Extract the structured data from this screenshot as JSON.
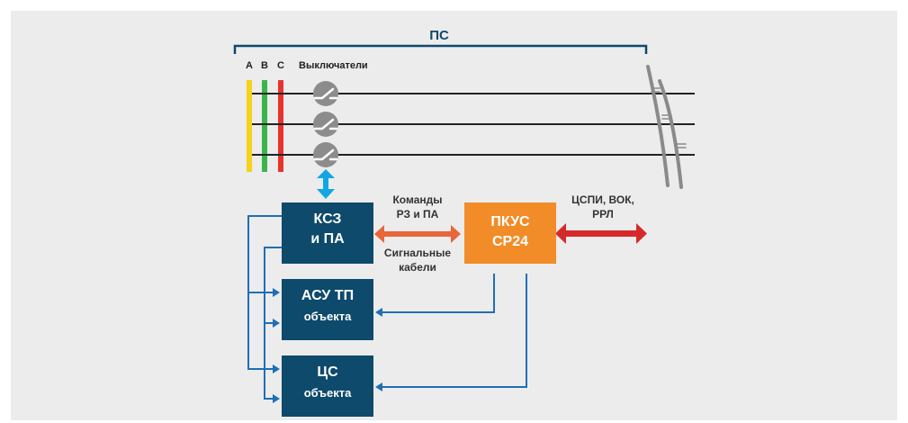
{
  "diagram": {
    "title": "ПС",
    "phases": [
      "A",
      "B",
      "C"
    ],
    "breakers_label": "Выключатели",
    "boxes": {
      "ksz": {
        "line1": "КСЗ",
        "line2": "и ПА"
      },
      "asu": {
        "line1": "АСУ ТП",
        "line2": "объекта"
      },
      "cs": {
        "line1": "ЦС",
        "line2": "объекта"
      },
      "pkus": {
        "line1": "ПКУС",
        "line2": "СР24"
      }
    },
    "link_labels": {
      "commands_line1": "Команды",
      "commands_line2": "РЗ и ПА",
      "signal_line1": "Сигнальные",
      "signal_line2": "кабели",
      "external_line1": "ЦСПИ, ВОК,",
      "external_line2": "РРЛ"
    }
  },
  "colors": {
    "background": "#ececec",
    "box_navy": "#0d4a6b",
    "box_orange": "#f28c28",
    "phase_a": "#f6d21a",
    "phase_b": "#3bb54a",
    "phase_c": "#e8332a",
    "bus_line": "#222222",
    "bracket": "#0d4a6b",
    "cyan_arrow": "#12a7e0",
    "orange_arrow": "#e8663a",
    "red_arrow": "#d62a2a",
    "connector_blue": "#1f6fb5",
    "breaker_gray": "#8c8c8c"
  },
  "icons": [
    "breaker-switch-icon",
    "transmission-tower-icon"
  ]
}
